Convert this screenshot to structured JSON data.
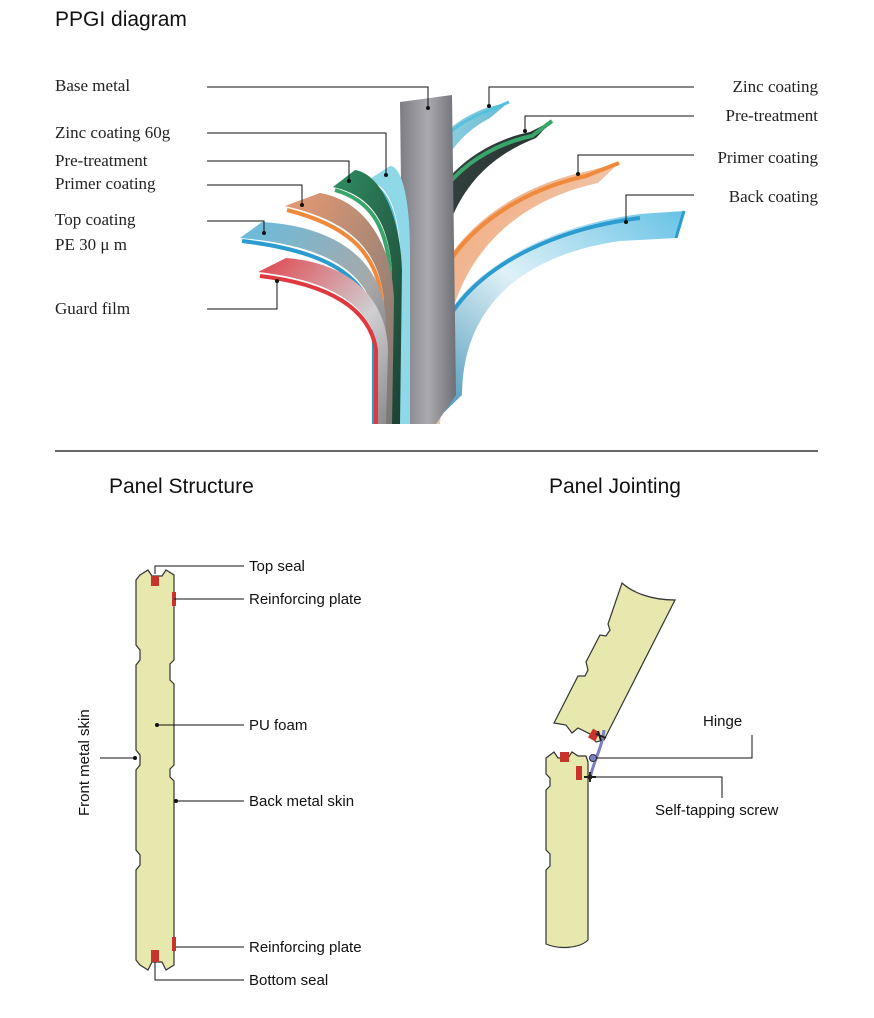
{
  "ppgi": {
    "title": "PPGI diagram",
    "left_labels": {
      "base_metal": "Base metal",
      "zinc_coating_60g": "Zinc coating 60g",
      "pre_treatment": "Pre-treatment",
      "primer_coating": "Primer coating",
      "top_coating_line1": "Top coating",
      "top_coating_line2": "PE 30 μ m",
      "guard_film": "Guard film"
    },
    "right_labels": {
      "zinc_coating": "Zinc coating",
      "pre_treatment": "Pre-treatment",
      "primer_coating": "Primer coating",
      "back_coating": "Back coating"
    }
  },
  "panel_structure": {
    "title": "Panel Structure",
    "labels": {
      "top_seal": "Top seal",
      "reinforcing_plate_top": "Reinforcing plate",
      "pu_foam": "PU foam",
      "back_metal_skin": "Back metal skin",
      "reinforcing_plate_bottom": "Reinforcing plate",
      "bottom_seal": "Bottom seal",
      "front_metal_skin": "Front metal skin"
    }
  },
  "panel_jointing": {
    "title": "Panel Jointing",
    "labels": {
      "hinge": "Hinge",
      "self_tapping_screw": "Self-tapping screw"
    }
  },
  "colors": {
    "foam": "#e6e8ad",
    "seal": "#c8332b",
    "guard": "#e0383f",
    "top_coat": "#3aa9d6",
    "primer": "#ef8a3c",
    "pretreat": "#3aa56a",
    "zinc": "#7fcfe0",
    "base": "#8d8d93"
  }
}
